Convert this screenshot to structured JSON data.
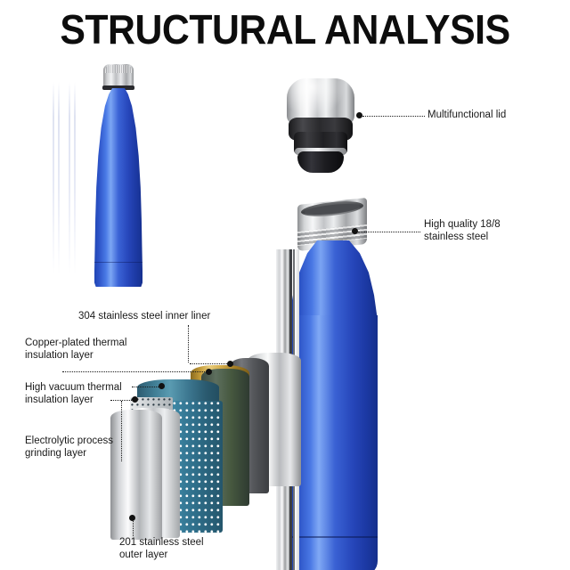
{
  "page": {
    "title": "STRUCTURAL ANALYSIS",
    "background_color": "#ffffff"
  },
  "colors": {
    "title_text": "#0d0d0d",
    "label_text": "#1a1a1a",
    "leader_line": "#1a1a1a",
    "bottle_blue": "#2a51c4",
    "bottle_blue_highlight": "#80a9f5",
    "bottle_blue_shadow": "#15308c",
    "stainless_silver": "#d4d6d8",
    "lid_black": "#1b1b1d",
    "copper_gold": "#c29334",
    "vacuum_teal": "#3f7d94",
    "dark_green_gray": "#4a5a4e",
    "mesh_blue": "#2d6f8c"
  },
  "callouts": {
    "multifunctional_lid": {
      "text": "Multifunctional lid",
      "side": "right"
    },
    "stainless_steel_18_8": {
      "text": "High quality 18/8\nstainless steel",
      "side": "right"
    },
    "inner_liner_304": {
      "text": "304 stainless steel inner liner",
      "side": "top"
    },
    "copper_plated": {
      "text": "Copper-plated thermal\ninsulation layer",
      "side": "left"
    },
    "high_vacuum": {
      "text": "High vacuum thermal\ninsulation layer",
      "side": "left"
    },
    "electrolytic": {
      "text": "Electrolytic process\ngrinding layer",
      "side": "left"
    },
    "outer_layer_201": {
      "text": "201 stainless steel\nouter layer",
      "side": "bottom"
    }
  },
  "layers": [
    {
      "id": "inner-liner-304",
      "name": "304 stainless steel inner liner",
      "color": "#c9cbce"
    },
    {
      "id": "copper-plated",
      "name": "Copper-plated thermal insulation layer",
      "color": "#c29334"
    },
    {
      "id": "dark-barrier",
      "name": "dark barrier layer",
      "color": "#4a5a4e"
    },
    {
      "id": "high-vacuum",
      "name": "High vacuum thermal insulation layer",
      "color": "#3f7d94"
    },
    {
      "id": "perforated-mesh",
      "name": "perforated vacuum mesh",
      "color": "#2d6f8c"
    },
    {
      "id": "electrolytic",
      "name": "Electrolytic process grinding layer",
      "color": "#e8eaec"
    },
    {
      "id": "outer-201",
      "name": "201 stainless steel outer layer",
      "color": "#d2d4d7"
    }
  ],
  "products": {
    "small_bottle": {
      "name": "assembled vacuum flask",
      "body_color": "#2a51c4",
      "cap_color": "#cfd1d3"
    },
    "lid": {
      "name": "multifunctional lid",
      "top_color": "#d9dbdd",
      "seal_color": "#1b1b1d"
    },
    "large_bottle": {
      "name": "cutaway vacuum flask body",
      "body_color": "#2a51c4",
      "neck_color": "#d4d6d8"
    }
  }
}
